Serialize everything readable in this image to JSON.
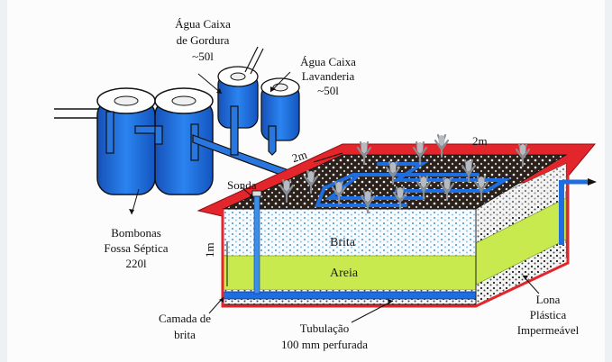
{
  "labels": {
    "grease_box": [
      "Água Caixa",
      "de Gordura",
      "~50l"
    ],
    "laundry_box": [
      "Água Caixa",
      "Lavanderia",
      "~50l"
    ],
    "septic": [
      "Bombonas",
      "Fossa Séptica",
      "220l"
    ],
    "probe": "Sonda",
    "width_top": "2m",
    "width_side": "2m",
    "height": "1m",
    "gravel_layer": "Brita",
    "sand_layer": "Areia",
    "bottom_gravel": [
      "Camada de",
      "brita"
    ],
    "pipe": [
      "Tubulação",
      "100 mm perfurada"
    ],
    "liner": [
      "Lona",
      "Plástica",
      "Impermeável"
    ]
  },
  "colors": {
    "tank_blue": "#1f6fd6",
    "pipe_blue": "#1e6ee0",
    "liner_red": "#e2262b",
    "sand_green": "#c8ea4f",
    "gravel_top": "#3a2d27"
  }
}
